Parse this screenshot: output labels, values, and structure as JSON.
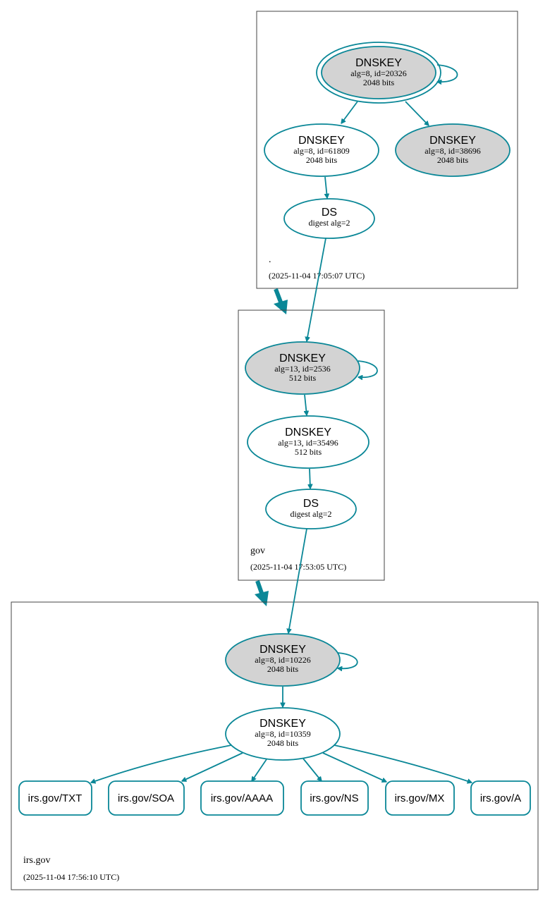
{
  "zones": {
    "root": {
      "name": ".",
      "timestamp": "(2025-11-04 17:05:07 UTC)",
      "ksk": {
        "title": "DNSKEY",
        "detail": "alg=8, id=20326",
        "bits": "2048 bits"
      },
      "zsk": {
        "title": "DNSKEY",
        "detail": "alg=8, id=61809",
        "bits": "2048 bits"
      },
      "key3": {
        "title": "DNSKEY",
        "detail": "alg=8, id=38696",
        "bits": "2048 bits"
      },
      "ds": {
        "title": "DS",
        "detail": "digest alg=2"
      }
    },
    "gov": {
      "name": "gov",
      "timestamp": "(2025-11-04 17:53:05 UTC)",
      "ksk": {
        "title": "DNSKEY",
        "detail": "alg=13, id=2536",
        "bits": "512 bits"
      },
      "zsk": {
        "title": "DNSKEY",
        "detail": "alg=13, id=35496",
        "bits": "512 bits"
      },
      "ds": {
        "title": "DS",
        "detail": "digest alg=2"
      }
    },
    "irs": {
      "name": "irs.gov",
      "timestamp": "(2025-11-04 17:56:10 UTC)",
      "ksk": {
        "title": "DNSKEY",
        "detail": "alg=8, id=10226",
        "bits": "2048 bits"
      },
      "zsk": {
        "title": "DNSKEY",
        "detail": "alg=8, id=10359",
        "bits": "2048 bits"
      },
      "rrsets": [
        "irs.gov/TXT",
        "irs.gov/SOA",
        "irs.gov/AAAA",
        "irs.gov/NS",
        "irs.gov/MX",
        "irs.gov/A"
      ]
    }
  },
  "colors": {
    "edge": "#0a8797",
    "ksk_fill": "#d3d3d3",
    "zsk_fill": "#ffffff",
    "zone_border": "#444444"
  }
}
